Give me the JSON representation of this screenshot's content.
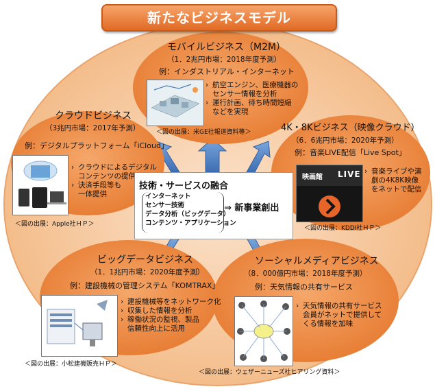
{
  "title": "新たなビジネスモデル",
  "center": {
    "heading": "技術・サービスの融合",
    "items": [
      "インターネット",
      "センサー技術",
      "データ分析（ビッグデータ）",
      "コンテンツ・アプリケーション"
    ],
    "result": "⇒ 新事業創出"
  },
  "mobile": {
    "name": "モバイルビジネス（M2M）",
    "market": "（1．2兆円市場：2018年度予測）",
    "example": "例：インダストリアル・インターネット",
    "bullets": [
      "航空エンジン、医療機器の",
      "センサー情報を分析",
      "運行計画、待ち時間短縮",
      "などを実現"
    ],
    "source": "＜図の出展：米GE社報道資料等＞"
  },
  "cloud": {
    "name": "クラウドビジネス",
    "market": "（3兆円市場：2017年予測）",
    "example": "例：デジタルプラットフォーム「iCloud」",
    "bullets": [
      "クラウドによるデジタル",
      "コンテンツの提供",
      "決済手段等も",
      "一体提供"
    ],
    "source": "＜図の出展：Apple社ＨＰ＞"
  },
  "fourk": {
    "name": "4K・8Kビジネス（映像クラウド）",
    "market": "（6．6兆円市場：2020年予測）",
    "example": "例：音楽LIVE配信「Live Spot」",
    "bullets": [
      "音楽ライブや演",
      "劇の4K8K映像",
      "をネットで配信"
    ],
    "source": "＜図の出展：KDDI社ＨＰ＞",
    "image_text": [
      "映画館",
      "LIVE"
    ]
  },
  "bigdata": {
    "name": "ビッグデータビジネス",
    "market": "（1．1兆円市場：2020年度予測）",
    "example": "例：建設機械の管理システム「KOMTRAX」",
    "bullets": [
      "建設機械等をネットワーク化",
      "収集した情報を分析",
      "稼働状況の監視、製品",
      "信頼性向上に活用"
    ],
    "source": "＜図の出展：小松建機販売ＨＰ＞"
  },
  "social": {
    "name": "ソーシャルメディアビジネス",
    "market": "（8．000億円市場：2018年度予測）",
    "example": "例：天気情報の共有サービス",
    "bullets": [
      "天気情報の共有サービス",
      "会員がネットで提供して",
      "くる情報を加味"
    ],
    "source": "＜図の出展：ウェザーニューズ社ヒアリング資料＞"
  },
  "colors": {
    "outer": "#f5c79c",
    "blob": "#ec8d45",
    "title_bg": "#e67a33",
    "arrow": "#4f7fc0"
  }
}
